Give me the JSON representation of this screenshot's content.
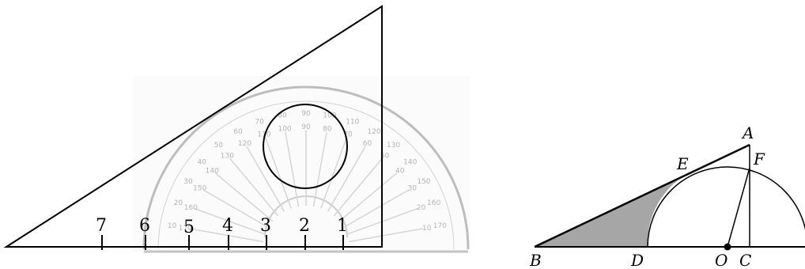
{
  "left_figure": {
    "ruler_labels": [
      "1",
      "2",
      "3",
      "4",
      "5",
      "6",
      "7"
    ],
    "protractor": {
      "outer_scale": [
        "10",
        "20",
        "30",
        "40",
        "50",
        "60",
        "70",
        "80",
        "90",
        "100",
        "110",
        "120",
        "130",
        "140",
        "150",
        "160",
        "170"
      ],
      "inner_scale": [
        "170",
        "160",
        "150",
        "140",
        "130",
        "120",
        "110",
        "100",
        "90",
        "80",
        "70",
        "60",
        "50",
        "40",
        "30",
        "20",
        "10"
      ]
    }
  },
  "right_figure": {
    "points": {
      "A": "A",
      "B": "B",
      "C": "C",
      "D": "D",
      "E": "E",
      "F": "F",
      "O": "O"
    },
    "shaded_region_color": "#a6a6a6"
  }
}
